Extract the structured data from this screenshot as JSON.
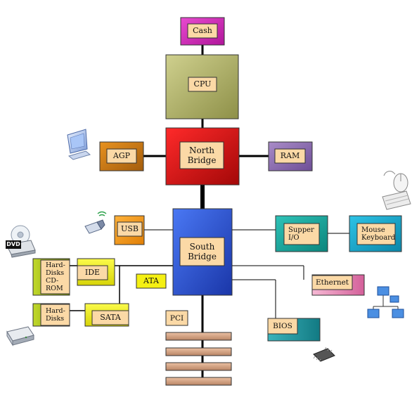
{
  "nodes": {
    "cash": "Cash",
    "cpu": "CPU",
    "north_bridge": "North Bridge",
    "agp": "AGP",
    "ram": "RAM",
    "south_bridge": "South Bridge",
    "usb": "USB",
    "supper_io": "Supper I/O",
    "mouse_keyboard": "Mouse Keyboard",
    "ethernet": "Ethernet",
    "ide": "IDE",
    "ata": "ATA",
    "sata": "SATA",
    "hard_disks_cdrom": "Hard-Disks CD-ROM",
    "hard_disks": "Hard-Disks",
    "pci": "PCI",
    "bios": "BIOS"
  },
  "icons": {
    "dvd_label": "DVD"
  },
  "colors": {
    "cash": "#d21fb4",
    "cpu": "#b3b56a",
    "north_bridge": "#d40e0e",
    "agp": "#cc7a16",
    "ram": "#9470b6",
    "south_bridge": "#2c56d9",
    "usb": "#f39a14",
    "supper_io": "#17a8a0",
    "mouse_keyboard": "#19a7cc",
    "ethernet": "#e889b4",
    "ide": "#f1f01a",
    "ata": "#f5f013",
    "sata": "#f1f01a",
    "hard_disks": "#a8c018",
    "bios": "#239aa3",
    "pci_slot": "#d8a98c",
    "inner_label": "#fbd9a6"
  }
}
